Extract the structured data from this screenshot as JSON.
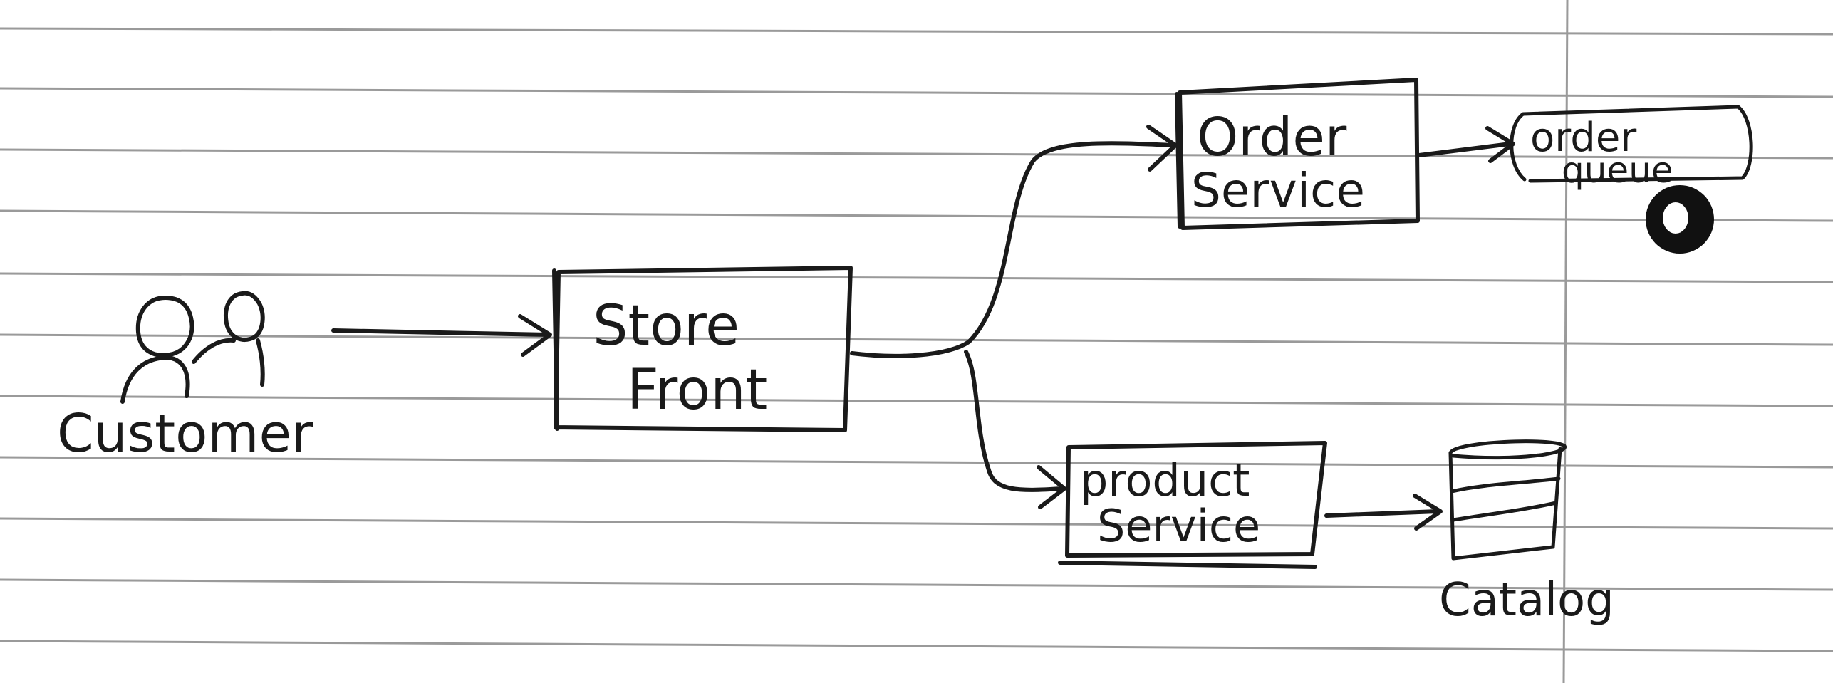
{
  "nodes": {
    "customer": {
      "label": "Customer"
    },
    "store_front": {
      "line1": "Store",
      "line2": "Front"
    },
    "order_service": {
      "line1": "Order",
      "line2": "Service"
    },
    "order_queue": {
      "line1": "order",
      "line2": "queue"
    },
    "product_service": {
      "line1": "product",
      "line2": "Service"
    },
    "catalog": {
      "label": "Catalog"
    }
  },
  "edges": [
    {
      "from": "customer",
      "to": "store_front"
    },
    {
      "from": "store_front",
      "to": "order_service"
    },
    {
      "from": "store_front",
      "to": "product_service"
    },
    {
      "from": "order_service",
      "to": "order_queue"
    },
    {
      "from": "product_service",
      "to": "catalog"
    }
  ],
  "colors": {
    "ink": "#1a1a1a",
    "ruled_line": "#9a9a9a",
    "paper": "#ffffff"
  }
}
